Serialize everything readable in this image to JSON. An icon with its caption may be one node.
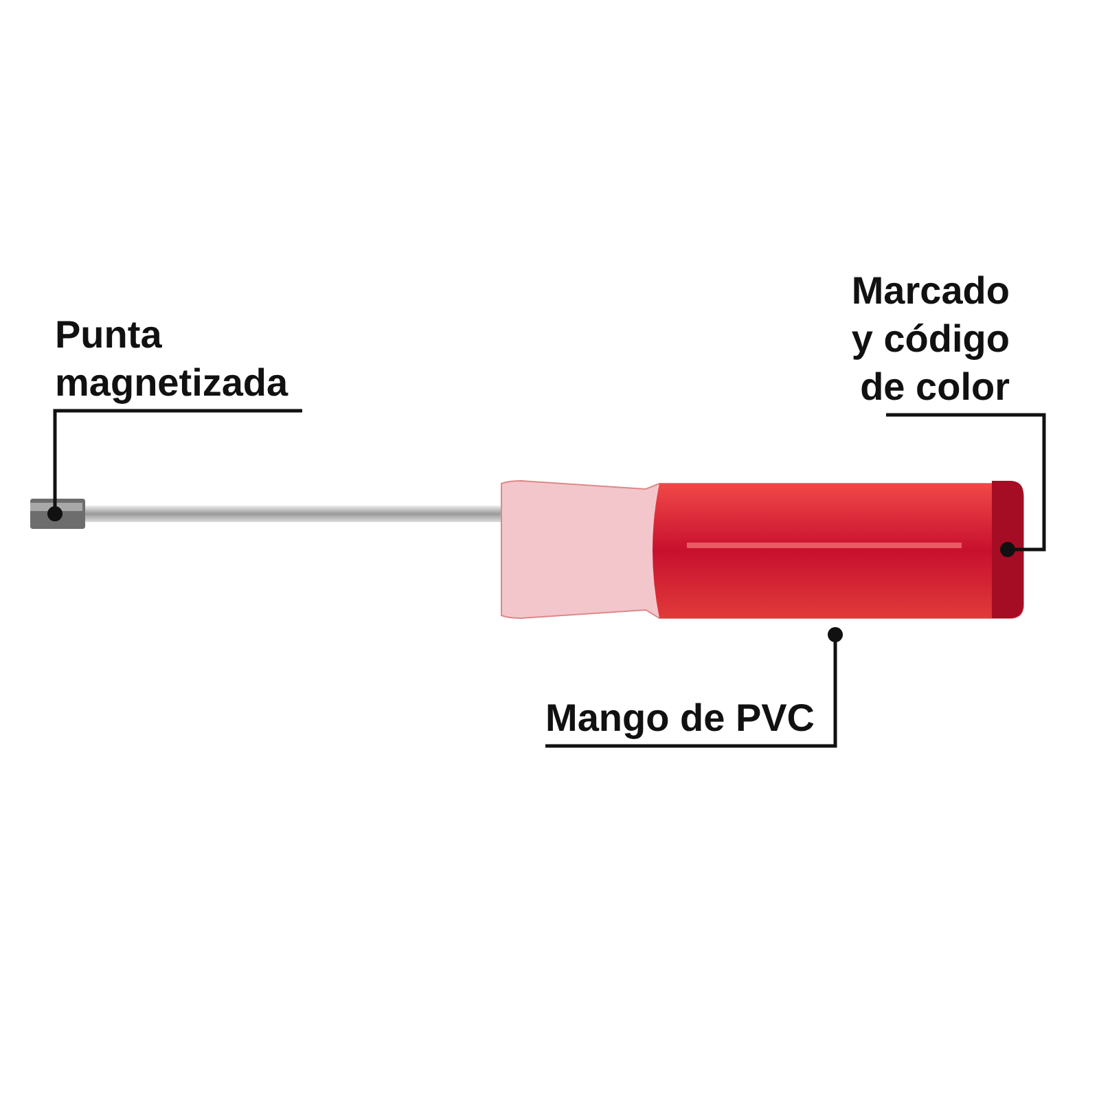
{
  "diagram": {
    "nodes": [
      {
        "text": [
          "Punta magnetizada"
        ]
      },
      {
        "text": [
          "Marcado y código de color"
        ]
      },
      {
        "text": [
          "Mango de PVC"
        ]
      },
      {
        "text": [],
        "shape": "picture"
      },
      {
        "text": [],
        "shape": "picture"
      },
      {
        "text": [],
        "shape": "box",
        "in": 4
      }
    ],
    "edges": [
      {
        "from": 0,
        "to": 3,
        "arrow": "other"
      },
      {
        "from": 1,
        "to": 5,
        "arrow": "other"
      },
      {
        "from": 2,
        "to": 4,
        "arrow": "other"
      }
    ]
  }
}
